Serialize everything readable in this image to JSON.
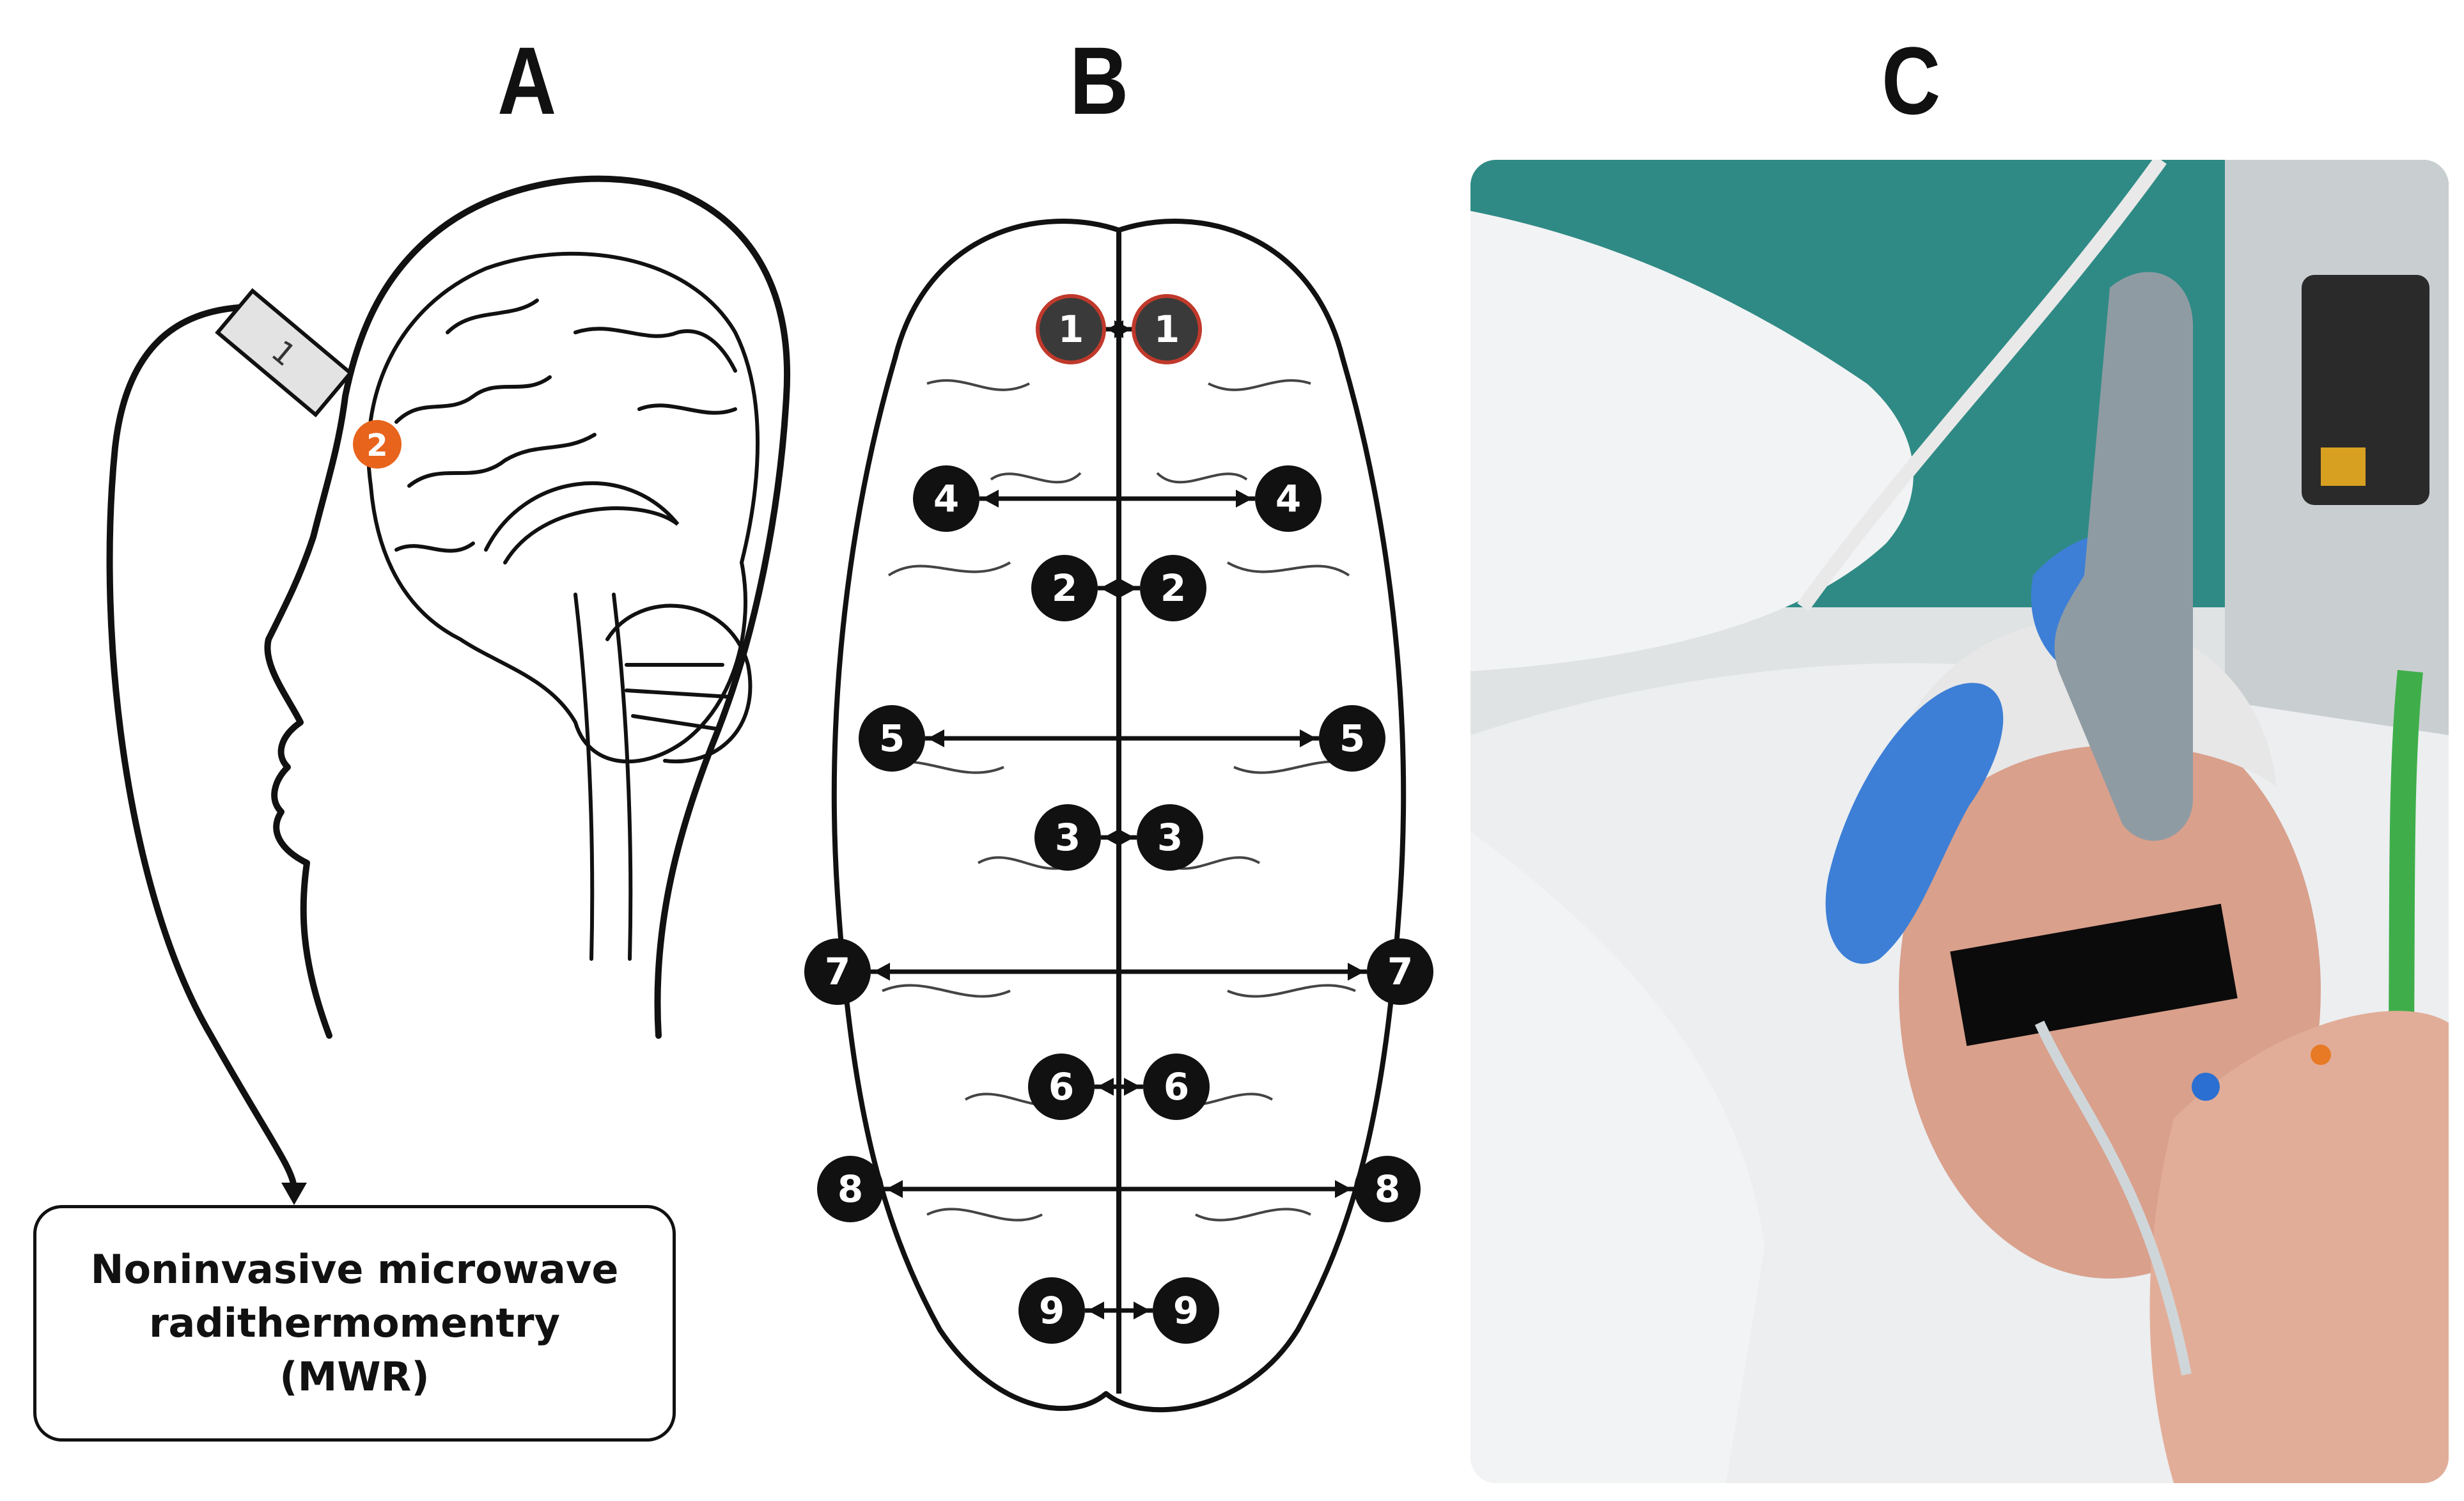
{
  "panels": {
    "a": {
      "letter": "A",
      "probe_label": "1",
      "marker_label": "2"
    },
    "b": {
      "letter": "B"
    },
    "c": {
      "letter": "C"
    }
  },
  "mwr_box": {
    "text": "Noninvasive microwave\nradithermomentry\n(MWR)"
  },
  "brain_points": {
    "pairs": [
      {
        "label": "1",
        "highlight_color": "#c0392b"
      },
      {
        "label": "2"
      },
      {
        "label": "3"
      },
      {
        "label": "4"
      },
      {
        "label": "5"
      },
      {
        "label": "6"
      },
      {
        "label": "7"
      },
      {
        "label": "8"
      },
      {
        "label": "9"
      }
    ]
  },
  "colors": {
    "marker_orange": "#e8631c",
    "point_fill": "#111111",
    "highlight_fill": "#3a3a3a",
    "highlight_ring": "#c0392b",
    "glove_blue": "#3d7fd6",
    "coat_white": "#f2f3f5",
    "wall_teal": "#2f8a85",
    "probe_grey": "#8f9ba3"
  }
}
